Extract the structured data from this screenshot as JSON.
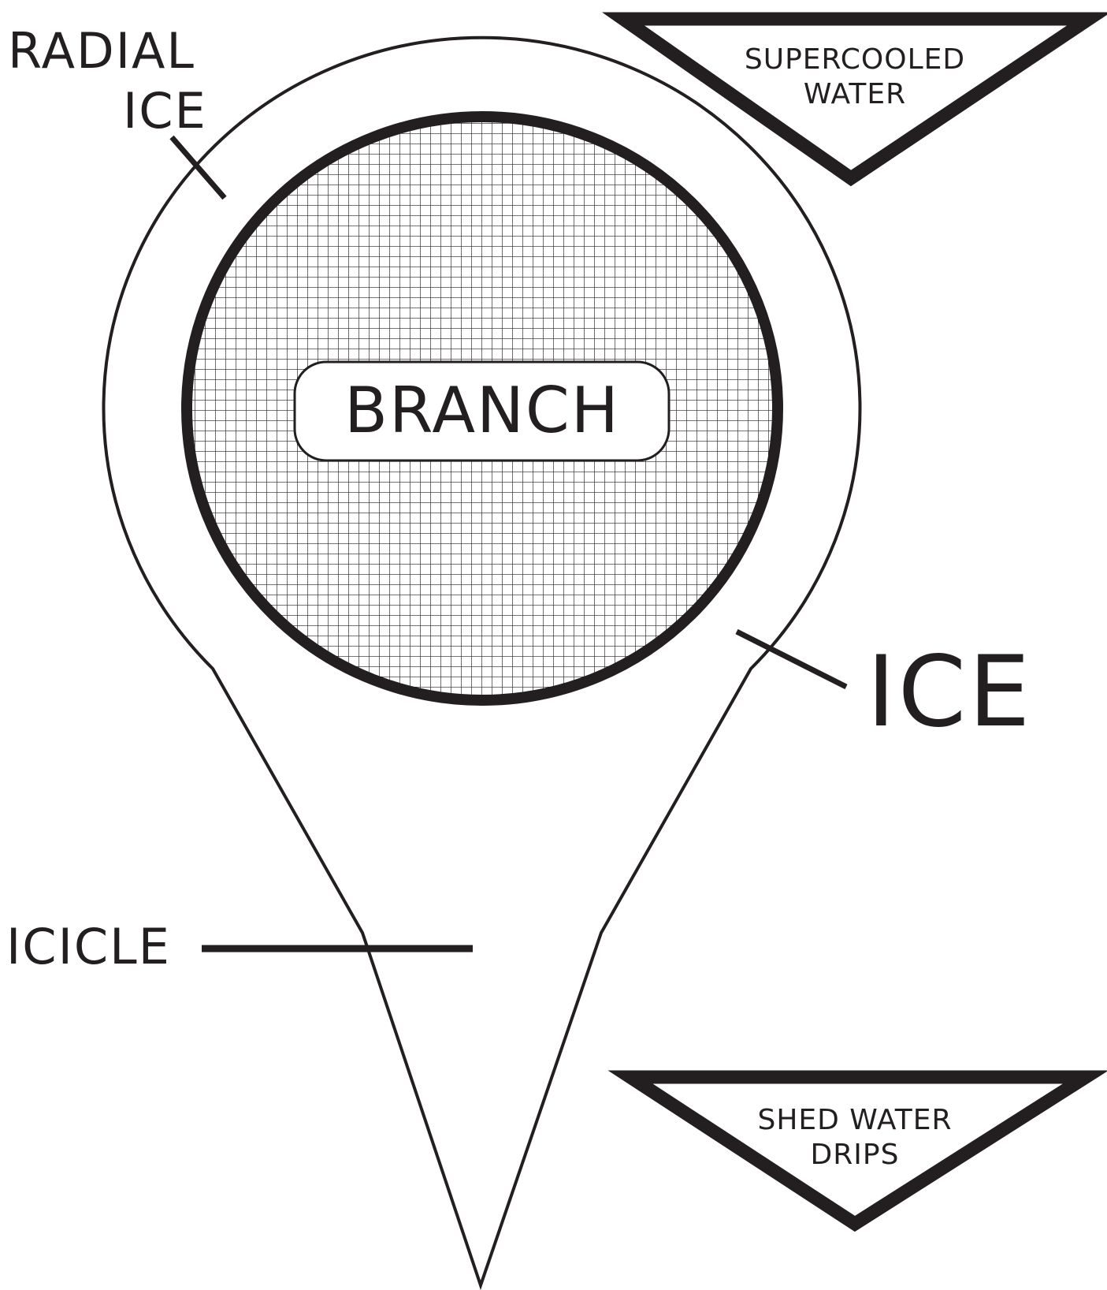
{
  "labels": {
    "radial_ice_line1": "RADIAL",
    "radial_ice_line2": "ICE",
    "supercooled_line1": "SUPERCOOLED",
    "supercooled_line2": "WATER",
    "branch": "BRANCH",
    "ice": "ICE",
    "icicle": "ICICLE",
    "shed_line1": "SHED WATER",
    "shed_line2": "DRIPS"
  },
  "colors": {
    "ink": "#231f20",
    "background": "#ffffff"
  }
}
